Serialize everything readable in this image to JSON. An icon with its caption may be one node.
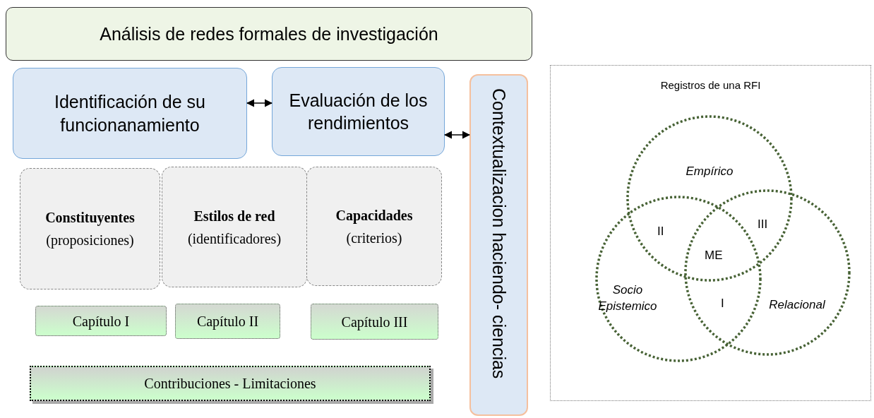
{
  "diagram": {
    "nodes": [
      {
        "text": [
          "Análisis de redes formales de investigación"
        ]
      },
      {
        "text": [
          "Identificación de su funcionanamiento"
        ]
      },
      {
        "text": [
          "Evaluación de los rendimientos"
        ]
      },
      {
        "text": [
          "Contextualizacion haciendo- ciencias"
        ]
      },
      {
        "text": [
          "Constituyentes",
          "(proposiciones)"
        ]
      },
      {
        "text": [
          "Estilos de red",
          "(identificadores)"
        ]
      },
      {
        "text": [
          "Capacidades",
          "(criterios)"
        ]
      },
      {
        "text": [
          "Capítulo I"
        ]
      },
      {
        "text": [
          "Capítulo II"
        ]
      },
      {
        "text": [
          "Capítulo III"
        ]
      },
      {
        "text": [
          "Contribuciones - Limitaciones"
        ]
      },
      {
        "text": [
          "Registros de una RFI"
        ]
      },
      {
        "text": [
          "Empírico"
        ],
        "in": 11
      },
      {
        "text": [
          "Socio Epistemico"
        ],
        "in": 11
      },
      {
        "text": [
          "Relacional"
        ],
        "in": 11
      }
    ],
    "edges": [
      {
        "from": 1,
        "to": 2,
        "arrow": "both"
      },
      {
        "from": 2,
        "to": 3,
        "arrow": "both"
      }
    ],
    "labels": [
      "II",
      "III",
      "ME",
      "I"
    ]
  }
}
